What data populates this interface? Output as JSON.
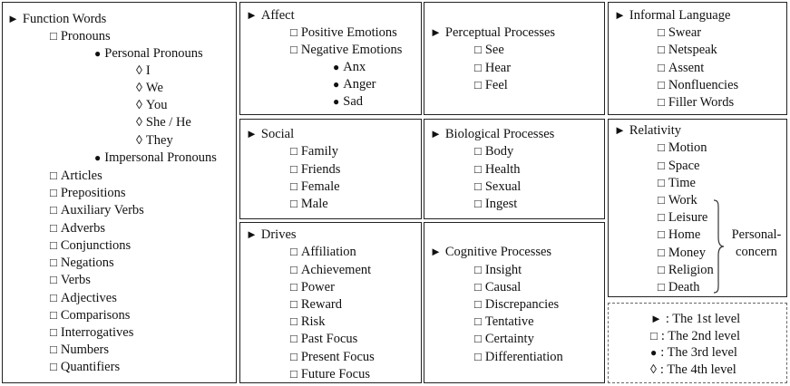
{
  "markers": {
    "level1": "►",
    "level2": "□",
    "level3": "●",
    "level4": "◊"
  },
  "function_words": {
    "title": "Function Words",
    "pronouns": "Pronouns",
    "personal_pronouns": "Personal Pronouns",
    "personal_items": [
      "I",
      "We",
      "You",
      "She / He",
      "They"
    ],
    "impersonal_pronouns": "Impersonal Pronouns",
    "other_items": [
      "Articles",
      "Prepositions",
      "Auxiliary Verbs",
      "Adverbs",
      "Conjunctions",
      "Negations",
      "Verbs",
      "Adjectives",
      "Comparisons",
      "Interrogatives",
      "Numbers",
      "Quantifiers"
    ]
  },
  "affect": {
    "title": "Affect",
    "positive": "Positive Emotions",
    "negative": "Negative Emotions",
    "negative_items": [
      "Anx",
      "Anger",
      "Sad"
    ]
  },
  "perceptual": {
    "title": "Perceptual Processes",
    "items": [
      "See",
      "Hear",
      "Feel"
    ]
  },
  "informal": {
    "title": "Informal Language",
    "items": [
      "Swear",
      "Netspeak",
      "Assent",
      "Nonfluencies",
      "Filler Words"
    ]
  },
  "social": {
    "title": "Social",
    "items": [
      "Family",
      "Friends",
      "Female",
      "Male"
    ]
  },
  "biological": {
    "title": "Biological Processes",
    "items": [
      "Body",
      "Health",
      "Sexual",
      "Ingest"
    ]
  },
  "relativity": {
    "title": "Relativity",
    "items": [
      "Motion",
      "Space",
      "Time",
      "Work",
      "Leisure",
      "Home",
      "Money",
      "Religion",
      "Death"
    ],
    "personal_concern_line1": "Personal-",
    "personal_concern_line2": "concern"
  },
  "drives": {
    "title": "Drives",
    "items": [
      "Affiliation",
      "Achievement",
      "Power",
      "Reward",
      "Risk",
      "Past Focus",
      "Present Focus",
      "Future Focus"
    ]
  },
  "cognitive": {
    "title": "Cognitive Processes",
    "items": [
      "Insight",
      "Causal",
      "Discrepancies",
      "Tentative",
      "Certainty",
      "Differentiation"
    ]
  },
  "legend": {
    "level1": ": The 1st level",
    "level2": ": The 2nd level",
    "level3": ": The 3rd level",
    "level4": ": The 4th level"
  }
}
